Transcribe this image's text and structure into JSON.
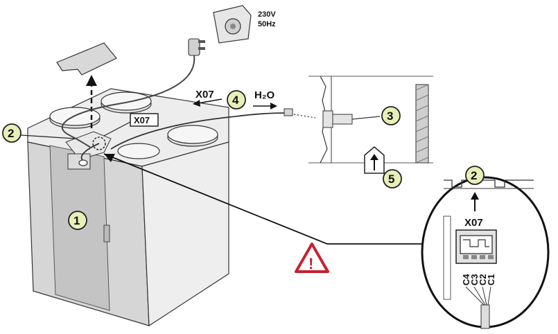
{
  "power": {
    "voltage": "230V",
    "frequency": "50Hz"
  },
  "connector": {
    "label_top": "X07",
    "label_inset": "X07",
    "label_cable": "X07"
  },
  "water": {
    "label": "H₂O"
  },
  "callouts": [
    "1",
    "2",
    "3",
    "4",
    "5",
    "2"
  ],
  "pins": [
    "C4",
    "C3",
    "C2",
    "C1"
  ],
  "warning_symbol": "!",
  "colors": {
    "callout_fill": "#e9efb8",
    "warning": "#c8202f",
    "unit_gray": "#d9d9d9",
    "unit_light": "#efefef"
  }
}
